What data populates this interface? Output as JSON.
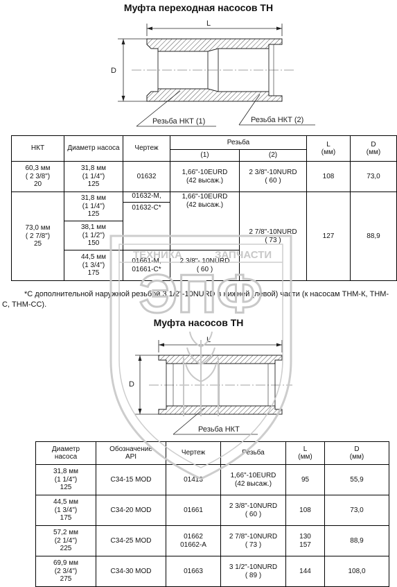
{
  "section1": {
    "title": "Муфта переходная насосов ТН",
    "drawing": {
      "dim_length": "L",
      "dim_diameter": "D",
      "thread1": "Резьба НКТ (1)",
      "thread2": "Резьба НКТ (2)"
    },
    "table": {
      "headers": {
        "nkt": "НКТ",
        "pump_diameter": "Диаметр насоса",
        "drawing_no": "Чертеж",
        "thread": "Резьба",
        "thread_1": "(1)",
        "thread_2": "(2)",
        "L": "L",
        "L_unit": "(мм)",
        "D": "D",
        "D_unit": "(мм)"
      },
      "row1": {
        "nkt": [
          "60,3 мм",
          "( 2 3/8\")",
          "20"
        ],
        "diameter": [
          "31,8 мм",
          "(1 1/4\")",
          "125"
        ],
        "drawing": "01632",
        "thread1": [
          "1,66\"-10EURD",
          "(42 высаж.)"
        ],
        "thread2": [
          "2 3/8\"-10NURD",
          "( 60 )"
        ],
        "L": "108",
        "D": "73,0"
      },
      "group2": {
        "nkt": [
          "73,0 мм",
          "( 2 7/8\")",
          "25"
        ],
        "diameters": [
          [
            "31,8 мм",
            "(1 1/4\")",
            "125"
          ],
          [
            "38,1 мм",
            "(1 1/2\")",
            "150"
          ],
          [
            "44,5 мм",
            "(1 3/4\")",
            "175"
          ]
        ],
        "drawing_a": [
          "01632-М,",
          "01632-С*"
        ],
        "drawing_b": [
          "01661-М,",
          "01661-С*"
        ],
        "thread1_a": [
          "1,66\"-10EURD",
          "(42 высаж.)"
        ],
        "thread1_b": [
          "2 3/8\"- 10NURD",
          "( 60 )"
        ],
        "thread2": [
          "2 7/8\"-10NURD",
          "( 73 )"
        ],
        "L": "127",
        "D": "88,9"
      }
    },
    "note": "*С дополнительной наружной резьбой 3 1/2\"-10NURD в нижней (левой) части (к насосам ТНМ-К, ТНМ-С, ТНМ-СС)."
  },
  "section2": {
    "title": "Муфта насосов ТН",
    "drawing": {
      "dim_length": "L",
      "dim_diameter": "D",
      "thread": "Резьба НКТ"
    },
    "table": {
      "headers": {
        "pump_diameter": [
          "Диаметр",
          "насоса"
        ],
        "api": [
          "Обозначение",
          "API"
        ],
        "drawing_no": "Чертеж",
        "thread": "Резьба",
        "L": [
          "L",
          "(мм)"
        ],
        "D": [
          "D",
          "(мм)"
        ]
      },
      "rows": [
        {
          "diameter": [
            "31,8 мм",
            "(1 1/4\")",
            "125"
          ],
          "api": "C34-15 MOD",
          "drawing": [
            "01413"
          ],
          "thread": [
            "1,66\"-10EURD",
            "(42 высаж.)"
          ],
          "L": [
            "95"
          ],
          "D": "55,9"
        },
        {
          "diameter": [
            "44,5 мм",
            "(1 3/4\")",
            "175"
          ],
          "api": "C34-20 MOD",
          "drawing": [
            "01661"
          ],
          "thread": [
            "2 3/8\"-10NURD",
            "( 60 )"
          ],
          "L": [
            "108"
          ],
          "D": "73,0"
        },
        {
          "diameter": [
            "57,2 мм",
            "(2 1/4\")",
            "225"
          ],
          "api": "C34-25 MOD",
          "drawing": [
            "01662",
            "01662-А"
          ],
          "thread": [
            "2 7/8\"-10NURD",
            "( 73 )"
          ],
          "L": [
            "130",
            "157"
          ],
          "D": "88,9"
        },
        {
          "diameter": [
            "69,9 мм",
            "(2 3/4\")",
            "275"
          ],
          "api": "C34-30 MOD",
          "drawing": [
            "01663"
          ],
          "thread": [
            "3 1/2\"-10NURD",
            "( 89 )"
          ],
          "L": [
            "144"
          ],
          "D": "108,0"
        }
      ]
    }
  },
  "watermark": {
    "line1": "ТЕХНИКА",
    "line2": "ЗАПЧАСТИ",
    "logo": "ЭПФ"
  },
  "colors": {
    "ink": "#111111",
    "watermark": "#c8c8c8"
  }
}
